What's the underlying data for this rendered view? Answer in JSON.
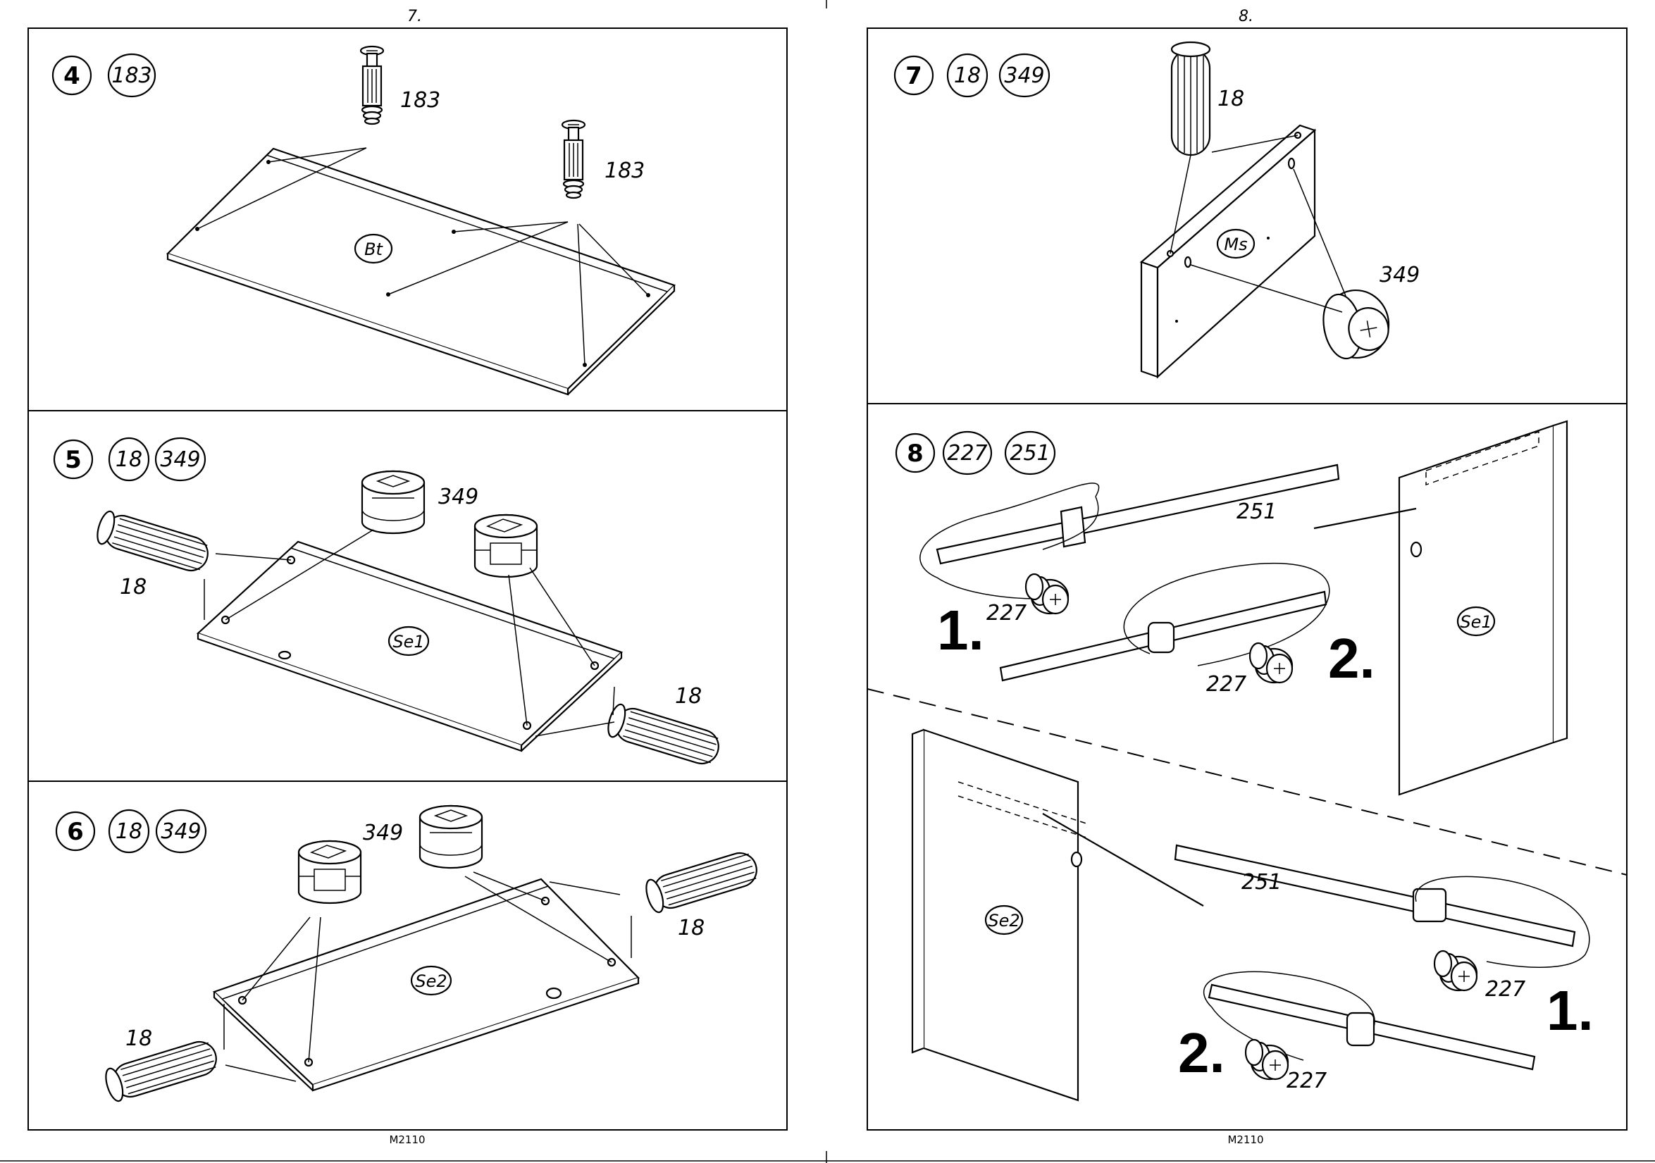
{
  "pages": [
    {
      "page_number": "7.",
      "footer_code": "M2110"
    },
    {
      "page_number": "8.",
      "footer_code": "M2110"
    }
  ],
  "steps": [
    {
      "step": "4",
      "parts": [
        "183"
      ],
      "panel": "Bt",
      "callouts": [
        "183",
        "183"
      ]
    },
    {
      "step": "5",
      "parts": [
        "18",
        "349"
      ],
      "panel": "Se1",
      "callouts": [
        "349",
        "18",
        "18"
      ]
    },
    {
      "step": "6",
      "parts": [
        "18",
        "349"
      ],
      "panel": "Se2",
      "callouts": [
        "349",
        "18",
        "18"
      ]
    },
    {
      "step": "7",
      "parts": [
        "18",
        "349"
      ],
      "panel": "Ms",
      "callouts": [
        "18",
        "349"
      ]
    },
    {
      "step": "8",
      "parts": [
        "227",
        "251"
      ],
      "panels": [
        "Se1",
        "Se2"
      ],
      "callouts": [
        "251",
        "227",
        "227",
        "251",
        "227",
        "227"
      ],
      "sequence": [
        "1.",
        "2.",
        "1.",
        "2."
      ]
    }
  ]
}
